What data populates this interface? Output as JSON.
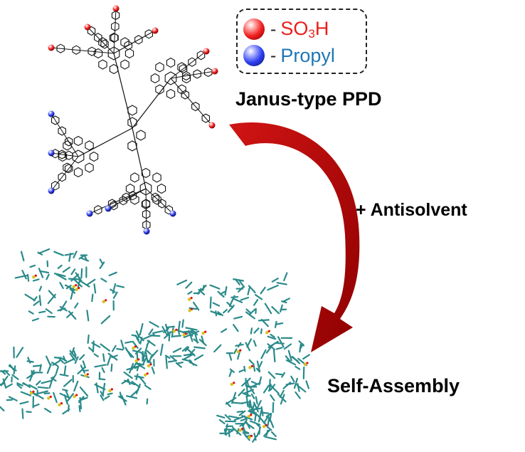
{
  "legend": {
    "sulfonic": {
      "dash": "-",
      "prefix": "SO",
      "sub": "3",
      "suffix": "H",
      "color": "#e8201c"
    },
    "propyl": {
      "dash": "-",
      "text": "Propyl",
      "color": "#1f77b4"
    }
  },
  "labels": {
    "molecule": "Janus-type PPD",
    "step": "+ Antisolvent",
    "result": "Self-Assembly"
  },
  "colors": {
    "arrow": "#c00000",
    "bonds": "#111111",
    "assembly": "#2a8a8a",
    "sulfur": "#d8c21a",
    "oxygen": "#e01010"
  },
  "icons": {
    "sulfonic_marker": "red-sphere-icon",
    "propyl_marker": "blue-sphere-icon"
  }
}
